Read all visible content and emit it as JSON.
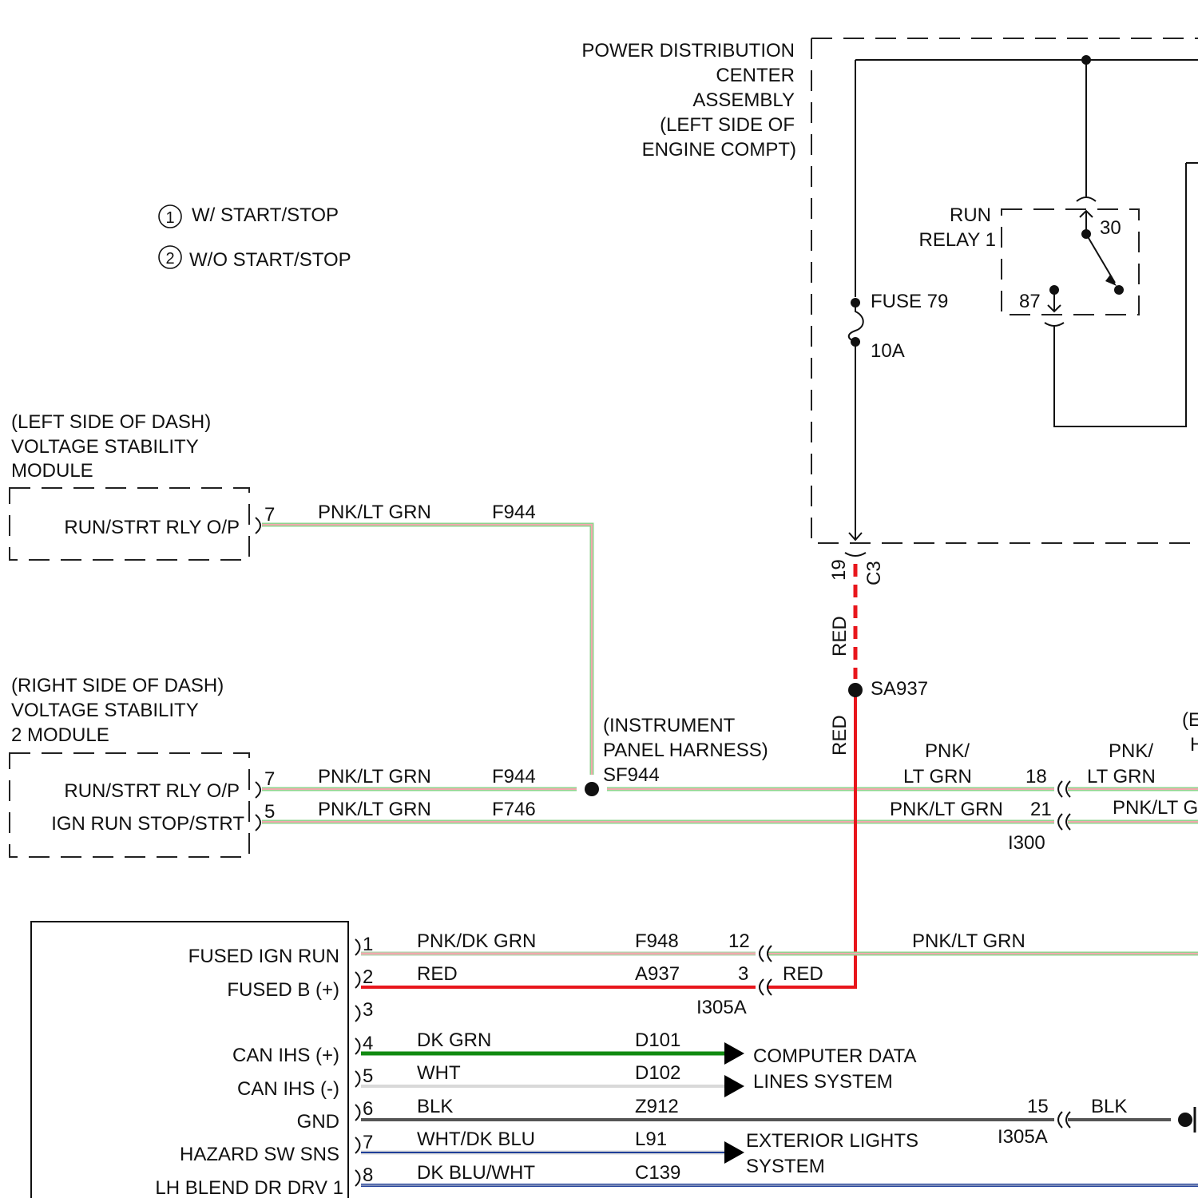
{
  "pdc": {
    "name_lines": [
      "POWER DISTRIBUTION",
      "CENTER",
      "ASSEMBLY",
      "(LEFT SIDE OF",
      "ENGINE COMPT)"
    ],
    "relay_lines": [
      "RUN",
      "RELAY 1"
    ],
    "relay_pin_30": "30",
    "relay_pin_87": "87",
    "fuse_name": "FUSE 79",
    "fuse_rating": "10A",
    "connector_pin": "19",
    "connector_name": "C3"
  },
  "legend": [
    {
      "num": "1",
      "text": "W/ START/STOP"
    },
    {
      "num": "2",
      "text": "W/O START/STOP"
    }
  ],
  "vsm1": {
    "title_lines": [
      "(LEFT SIDE OF DASH)",
      "VOLTAGE STABILITY",
      "MODULE"
    ],
    "pins": [
      {
        "label": "RUN/STRT RLY O/P",
        "pin": "7"
      }
    ]
  },
  "vsm2": {
    "title_lines": [
      "(RIGHT SIDE OF DASH)",
      "VOLTAGE STABILITY",
      "2 MODULE"
    ],
    "pins": [
      {
        "label": "RUN/STRT RLY O/P",
        "pin": "7"
      },
      {
        "label": "IGN RUN STOP/STRT",
        "pin": "5"
      }
    ]
  },
  "splice_sf944": {
    "lines": [
      "(INSTRUMENT",
      "PANEL HARNESS)",
      "SF944"
    ]
  },
  "splice_sa937": "SA937",
  "wires": {
    "w1": {
      "color": "PNK/LT GRN",
      "circuit": "F944"
    },
    "w2": {
      "color": "PNK/LT GRN",
      "circuit": "F944"
    },
    "w3": {
      "color": "PNK/LT GRN",
      "circuit": "F746"
    },
    "red_vertical_1": "RED",
    "red_vertical_2": "RED",
    "pnk_lt_grn_18_lines": [
      "PNK/",
      "LT GRN"
    ],
    "pnk_lt_grn_18_right_lines": [
      "PNK/",
      "LT GRN"
    ],
    "pnk_lt_grn_21": "PNK/LT GRN",
    "pnk_lt_grn_21_right": "PNK/LT G",
    "pnk_lt_grn_12_right": "PNK/LT GRN",
    "red_3_right": "RED",
    "blk_15_right": "BLK"
  },
  "connector_i300": {
    "name": "I300",
    "pin_a": "18",
    "pin_b": "21"
  },
  "connector_i305a": {
    "name": "I305A",
    "pin_a": "12",
    "pin_b": "3",
    "pin_c": "15",
    "name_2": "I305A"
  },
  "right_partial": {
    "line1": "(E",
    "line2": "H"
  },
  "module_pins": [
    {
      "label": "FUSED IGN RUN",
      "pin": "1",
      "color": "PNK/DK GRN",
      "circuit": "F948"
    },
    {
      "label": "FUSED B (+)",
      "pin": "2",
      "color": "RED",
      "circuit": "A937"
    },
    {
      "label": "",
      "pin": "3",
      "color": "",
      "circuit": ""
    },
    {
      "label": "CAN IHS (+)",
      "pin": "4",
      "color": "DK GRN",
      "circuit": "D101"
    },
    {
      "label": "CAN IHS (-)",
      "pin": "5",
      "color": "WHT",
      "circuit": "D102"
    },
    {
      "label": "GND",
      "pin": "6",
      "color": "BLK",
      "circuit": "Z912"
    },
    {
      "label": "HAZARD SW SNS",
      "pin": "7",
      "color": "WHT/DK BLU",
      "circuit": "L91"
    },
    {
      "label": "LH BLEND DR DRV 1",
      "pin": "8",
      "color": "DK BLU/WHT",
      "circuit": "C139"
    }
  ],
  "destinations": {
    "data_lines": [
      "COMPUTER DATA",
      "LINES SYSTEM"
    ],
    "ext_lights": [
      "EXTERIOR LIGHTS",
      "SYSTEM"
    ]
  },
  "colors": {
    "pink": "#f2a8ae",
    "lt_green": "#8fd48f",
    "red": "#e8161c",
    "dk_green": "#118a11",
    "white_wire": "#d9d9d9",
    "black_wire": "#555555",
    "dk_blue": "#1f3f99"
  }
}
